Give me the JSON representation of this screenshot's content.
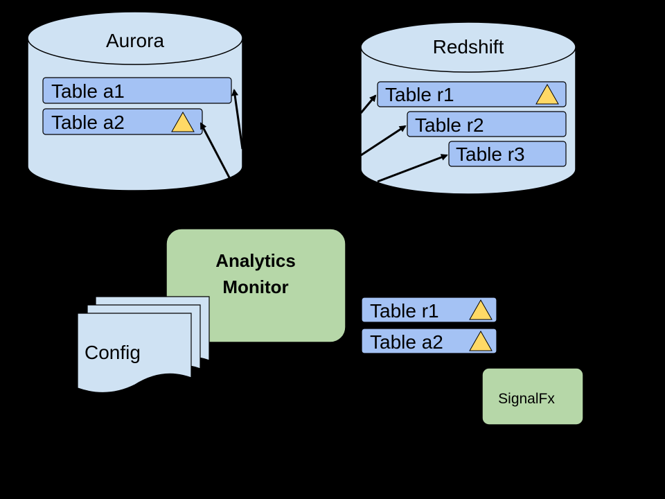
{
  "databases": {
    "aurora": {
      "title": "Aurora",
      "tables": [
        "Table a1",
        "Table a2"
      ]
    },
    "redshift": {
      "title": "Redshift",
      "tables": [
        "Table r1",
        "Table r2",
        "Table r3"
      ]
    }
  },
  "monitor": {
    "line1": "Analytics",
    "line2": "Monitor"
  },
  "config": {
    "label": "Config"
  },
  "alerts": {
    "tables": [
      "Table r1",
      "Table a2"
    ]
  },
  "signalfx": {
    "label": "SignalFx"
  },
  "colors": {
    "background": "#000000",
    "cylinder": "#cfe2f3",
    "table": "#a4c2f4",
    "green": "#b6d7a8",
    "warning": "#ffd966",
    "stroke": "#000000"
  }
}
